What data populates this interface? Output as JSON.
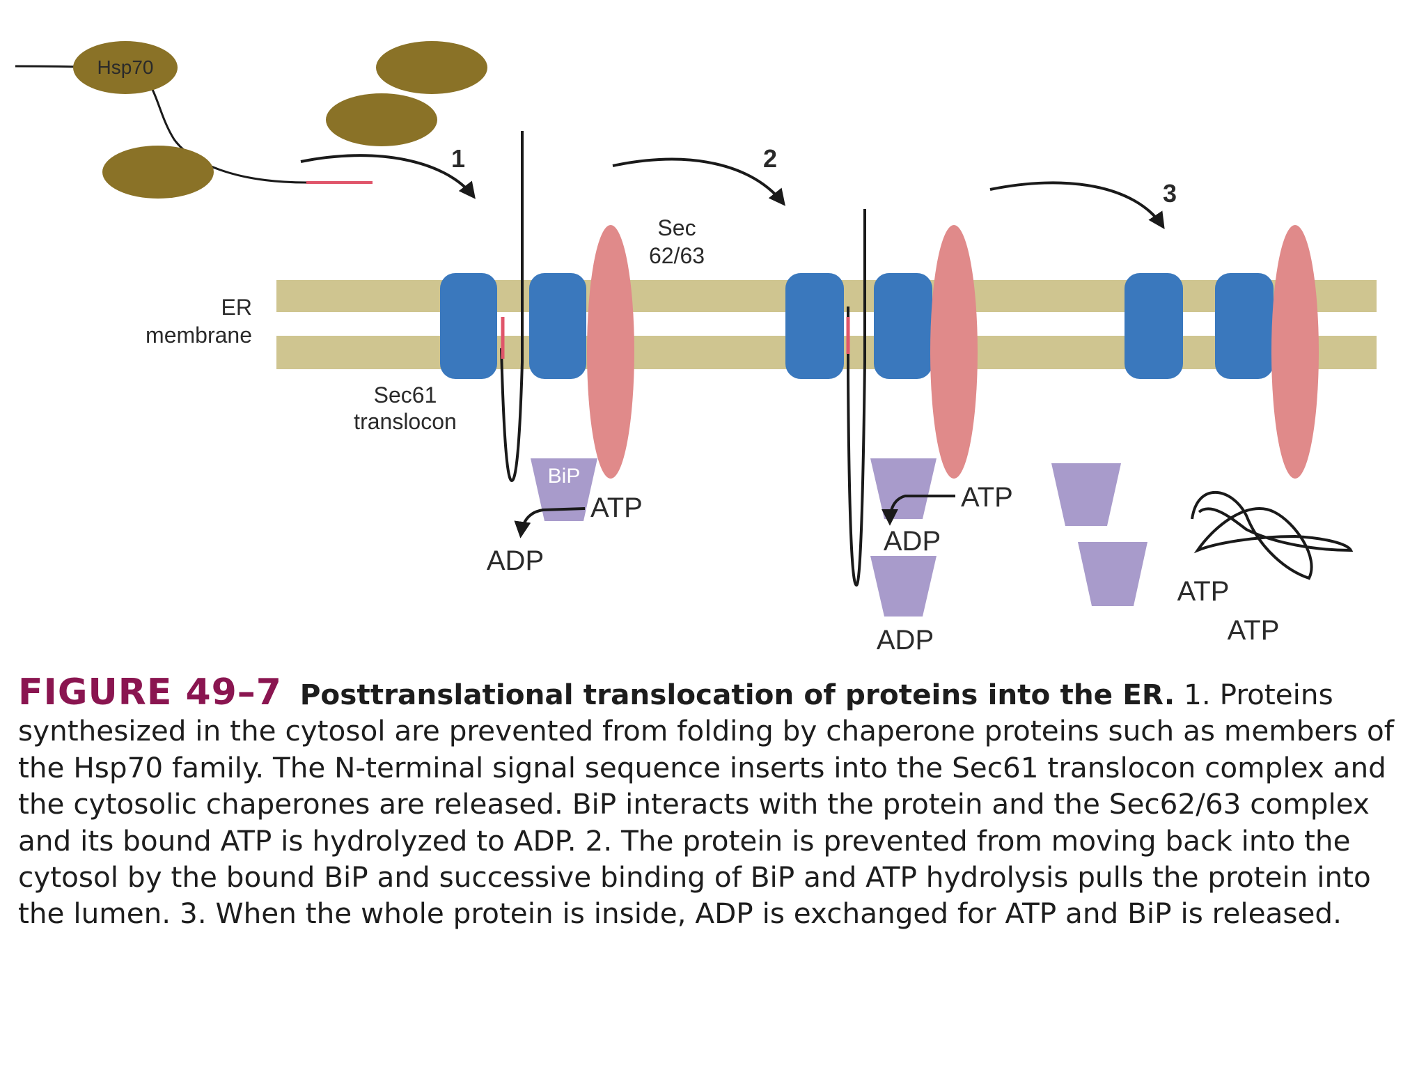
{
  "diagram": {
    "labels": {
      "hsp70": "Hsp70",
      "step1": "1",
      "step2": "2",
      "step3": "3",
      "sec62_line1": "Sec",
      "sec62_line2": "62/63",
      "er_line1": "ER",
      "er_line2": "membrane",
      "sec61_line1": "Sec61",
      "sec61_line2": "translocon",
      "bip": "BiP",
      "atp": "ATP",
      "adp": "ADP"
    },
    "colors": {
      "membrane": "#cfc590",
      "translocon": "#3a78bd",
      "sec62_63": "#e08a8a",
      "bip": "#a89bcb",
      "hsp70": "#8a7227",
      "signal_sequence": "#e0556a",
      "figure_number": "#8a1550"
    }
  },
  "caption": {
    "figure_number": "FIGURE 49–7",
    "title": "Posttranslational translocation of proteins into the ER.",
    "body": " 1. Proteins synthesized in the cytosol are prevented from folding by chaperone proteins such as members of the Hsp70 family. The N-terminal signal sequence inserts into the Sec61 translocon complex and the cytosolic chaperones are released. BiP interacts with the protein and the Sec62/63 complex and its bound ATP is hydrolyzed to ADP. 2. The protein is prevented from moving back into the cytosol by the bound BiP and successive binding of BiP and ATP hydrolysis pulls the protein into the lumen. 3. When the whole protein is inside, ADP is exchanged for ATP and BiP is released."
  }
}
